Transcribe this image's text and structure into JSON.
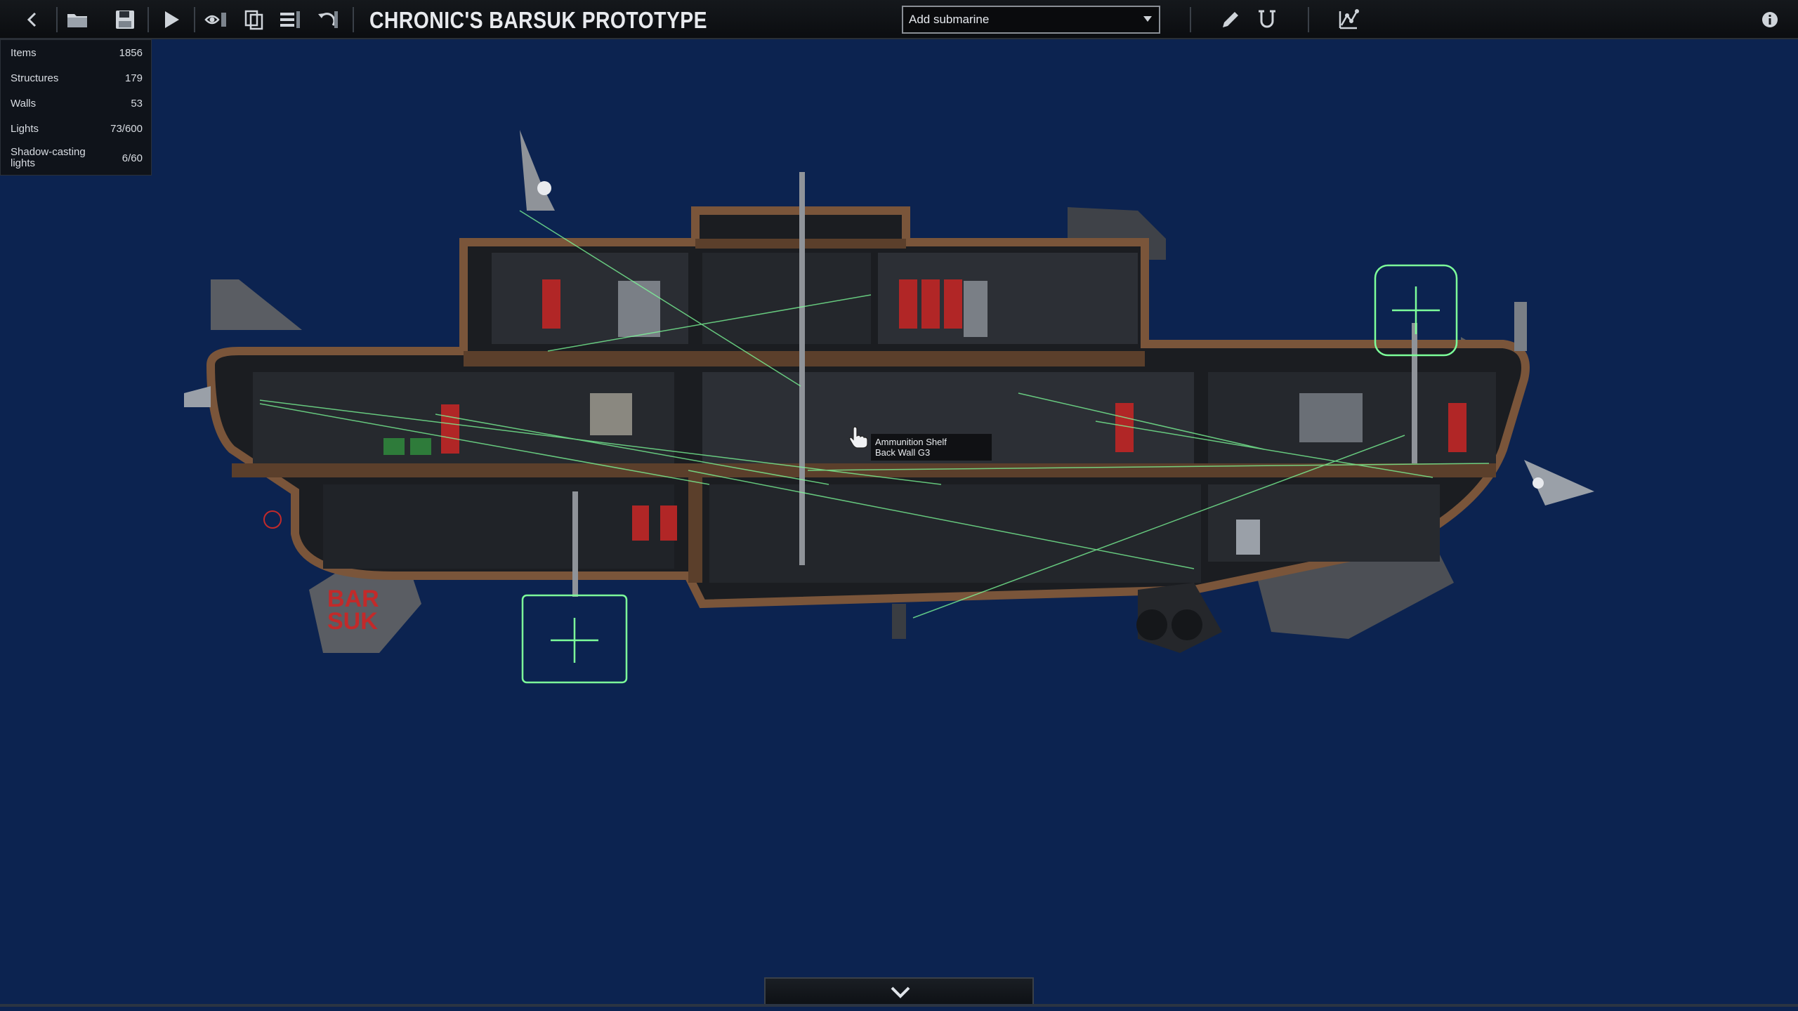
{
  "toolbar": {
    "title": "CHRONIC'S BARSUK PROTOTYPE",
    "add_submarine": {
      "selected": "Add submarine"
    },
    "icons": [
      "back-icon",
      "open-folder-icon",
      "save-icon",
      "play-icon",
      "visibility-icon",
      "layers-icon",
      "list-icon",
      "undo-icon",
      "pencil-icon",
      "wiring-icon",
      "waypoint-icon",
      "info-icon"
    ]
  },
  "stats": [
    {
      "label": "Items",
      "value": "1856"
    },
    {
      "label": "Structures",
      "value": "179"
    },
    {
      "label": "Walls",
      "value": "53"
    },
    {
      "label": "Lights",
      "value": "73/600"
    },
    {
      "label": "Shadow-casting lights",
      "value": "6/60"
    }
  ],
  "submarine": {
    "hull_logo_line1": "BAR",
    "hull_logo_line2": "SUK"
  },
  "tooltip": {
    "line1": "Ammunition Shelf",
    "line2": "Back Wall G3"
  },
  "colors": {
    "background": "#0c2350",
    "hull": "#6b4a32",
    "wire_green": "#7dff9a",
    "accent_red": "#c22a2a"
  }
}
